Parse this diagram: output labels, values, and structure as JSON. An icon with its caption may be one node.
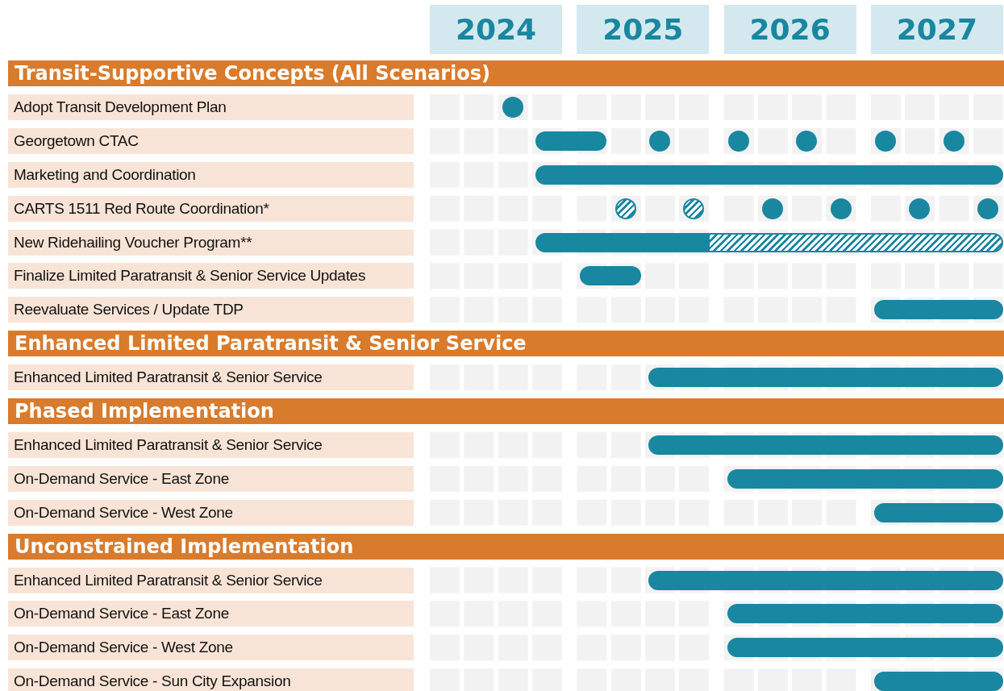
{
  "diagram": {
    "nodes": [
      {
        "text": [
          "2024"
        ]
      },
      {
        "text": [
          "2025"
        ]
      },
      {
        "text": [
          "2026"
        ]
      },
      {
        "text": [
          "2027"
        ]
      },
      {
        "text": [
          "Transit-Supportive Concepts (All Scenarios)"
        ]
      },
      {
        "text": [
          "Adopt Transit Development Plan"
        ]
      },
      {
        "text": [],
        "shape": "circle"
      },
      {
        "text": [
          "Georgetown CTAC"
        ]
      },
      {
        "text": [],
        "shape": "bar"
      },
      {
        "text": [],
        "shape": "circle"
      },
      {
        "text": [],
        "shape": "circle"
      },
      {
        "text": [],
        "shape": "circle"
      },
      {
        "text": [],
        "shape": "circle"
      },
      {
        "text": [],
        "shape": "circle"
      },
      {
        "text": [
          "Marketing and Coordination"
        ]
      },
      {
        "text": [],
        "shape": "bar"
      },
      {
        "text": [
          "CARTS 1511 Red Route Coordination*"
        ]
      },
      {
        "text": [],
        "shape": "circle"
      },
      {
        "text": [],
        "shape": "circle"
      },
      {
        "text": [],
        "shape": "circle"
      },
      {
        "text": [],
        "shape": "circle"
      },
      {
        "text": [],
        "shape": "circle"
      },
      {
        "text": [],
        "shape": "circle"
      },
      {
        "text": [
          "New Ridehailing Voucher Program**"
        ]
      },
      {
        "text": [],
        "shape": "bar"
      },
      {
        "text": [
          "Finalize Limited Paratransit & Senior Service Updates"
        ]
      },
      {
        "text": [],
        "shape": "bar"
      },
      {
        "text": [
          "Reevaluate Services / Update TDP"
        ]
      },
      {
        "text": [],
        "shape": "bar"
      },
      {
        "text": [
          "Enhanced Limited Paratransit & Senior Service"
        ]
      },
      {
        "text": [
          "Enhanced Limited Paratransit & Senior Service"
        ]
      },
      {
        "text": [],
        "shape": "bar"
      },
      {
        "text": [
          "Phased Implementation"
        ]
      },
      {
        "text": [
          "Enhanced Limited Paratransit & Senior Service"
        ]
      },
      {
        "text": [],
        "shape": "bar"
      },
      {
        "text": [
          "On-Demand Service - East Zone"
        ]
      },
      {
        "text": [],
        "shape": "bar"
      },
      {
        "text": [
          "On-Demand Service - West Zone"
        ]
      },
      {
        "text": [],
        "shape": "bar"
      },
      {
        "text": [
          "Unconstrained Implementation"
        ]
      },
      {
        "text": [
          "Enhanced Limited Paratransit & Senior Service"
        ]
      },
      {
        "text": [],
        "shape": "bar"
      },
      {
        "text": [
          "On-Demand Service - East Zone"
        ]
      },
      {
        "text": [],
        "shape": "bar"
      },
      {
        "text": [
          "On-Demand Service - West Zone"
        ]
      },
      {
        "text": [],
        "shape": "bar"
      },
      {
        "text": [
          "On-Demand Service - Sun City Expansion"
        ]
      },
      {
        "text": [],
        "shape": "bar"
      }
    ]
  }
}
